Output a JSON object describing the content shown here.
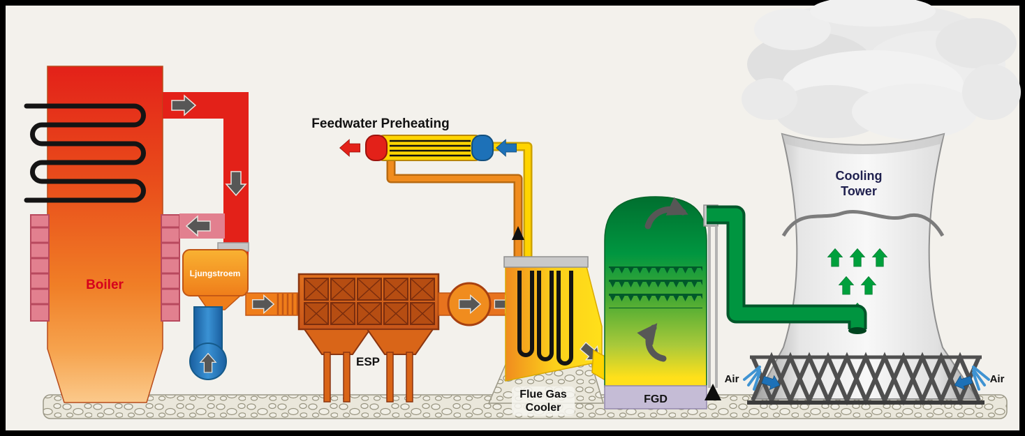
{
  "diagram": {
    "labels": {
      "boiler": "Boiler",
      "ljungstroem": "Ljungstroem",
      "esp": "ESP",
      "feedwater_preheating": "Feedwater Preheating",
      "flue_gas_cooler_line1": "Flue Gas",
      "flue_gas_cooler_line2": "Cooler",
      "fgd": "FGD",
      "cooling_tower_line1": "Cooling",
      "cooling_tower_line2": "Tower",
      "air_left": "Air",
      "air_right": "Air"
    },
    "colors": {
      "background": "#f3f1ec",
      "frame": "#000000",
      "hot_gas_red": "#e32119",
      "duct_orange": "#ef7d1a",
      "esp_brown": "#c8561a",
      "cooler_yellow": "#ffd400",
      "fgd_green_top": "#006f2f",
      "fgd_green_bottom": "#ffe01a",
      "clean_gas_pipe_green": "#009540",
      "water_blue": "#1d71b8",
      "fgd_base_purple": "#c5bcd6",
      "cooling_tower_gray": "#e8e8e8",
      "flow_arrow_gray": "#575756",
      "boiler_label_red": "#d6001c"
    }
  }
}
